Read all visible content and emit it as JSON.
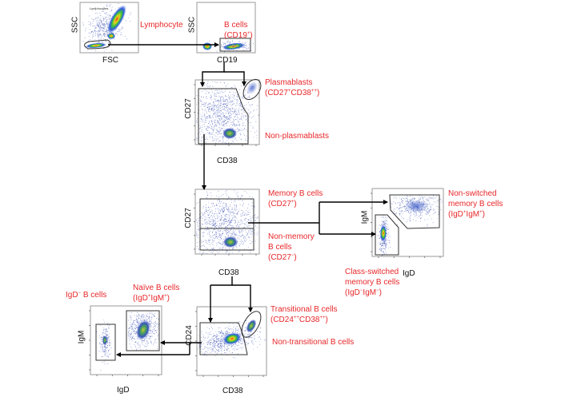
{
  "figure": {
    "title": "B cell gating strategy",
    "colors": {
      "label": "#e8272a",
      "axis_text": "#111111",
      "gate": "#333333",
      "arrow": "#000000",
      "frame": "#9a9a9a"
    },
    "plots": [
      {
        "id": "p1",
        "x_axis": "FSC",
        "y_axis": "SSC",
        "inner_text": "Lymphocytes"
      },
      {
        "id": "p2",
        "x_axis": "CD19",
        "y_axis": "SSC"
      },
      {
        "id": "p3",
        "x_axis": "CD38",
        "y_axis": "CD27"
      },
      {
        "id": "p4",
        "x_axis": "CD38",
        "y_axis": "CD27"
      },
      {
        "id": "p5",
        "x_axis": "IgD",
        "y_axis": "IgM"
      },
      {
        "id": "p6",
        "x_axis": "CD38",
        "y_axis": "CD24"
      },
      {
        "id": "p7",
        "x_axis": "IgD",
        "y_axis": "IgM"
      }
    ],
    "labels": {
      "lymphocyte": "Lymphocyte",
      "b_cells": "B cells",
      "b_cells_marker": "(CD19",
      "b_cells_sup": "+",
      "plasmablasts": "Plasmablasts",
      "plasmablasts_marker_a": "(CD27",
      "plasmablasts_sup_a": "+",
      "plasmablasts_marker_b": "CD38",
      "plasmablasts_sup_b": "++",
      "non_plasmablasts": "Non-plasmablasts",
      "memory_b": "Memory B cells",
      "memory_b_marker": "(CD27",
      "memory_b_sup": "+",
      "non_memory_1": "Non-memory",
      "non_memory_2": "B cells",
      "non_memory_marker": "(CD27",
      "non_memory_sup": "−",
      "non_switched_1": "Non-switched",
      "non_switched_2": "memory B cells",
      "non_switched_marker_a": "(IgD",
      "non_switched_sup_a": "+",
      "non_switched_marker_b": "IgM",
      "non_switched_sup_b": "+",
      "class_switched_1": "Class-switched",
      "class_switched_2": "memory B cells",
      "class_switched_marker_a": "(IgD",
      "class_switched_sup_a": "−",
      "class_switched_marker_b": "IgM",
      "class_switched_sup_b": "−",
      "transitional": "Transitional B cells",
      "transitional_marker_a": "(CD24",
      "transitional_sup_a": "++",
      "transitional_marker_b": "CD38",
      "transitional_sup_b": "++",
      "non_transitional": "Non-transitional B cells",
      "naive": "Naïve B cells",
      "naive_marker_a": "(IgD",
      "naive_sup_a": "+",
      "naive_marker_b": "IgM",
      "naive_sup_b": "+",
      "igd_neg": "IgD",
      "igd_neg_sup": "−",
      "igd_neg_tail": " B cells",
      "close": ")"
    }
  }
}
